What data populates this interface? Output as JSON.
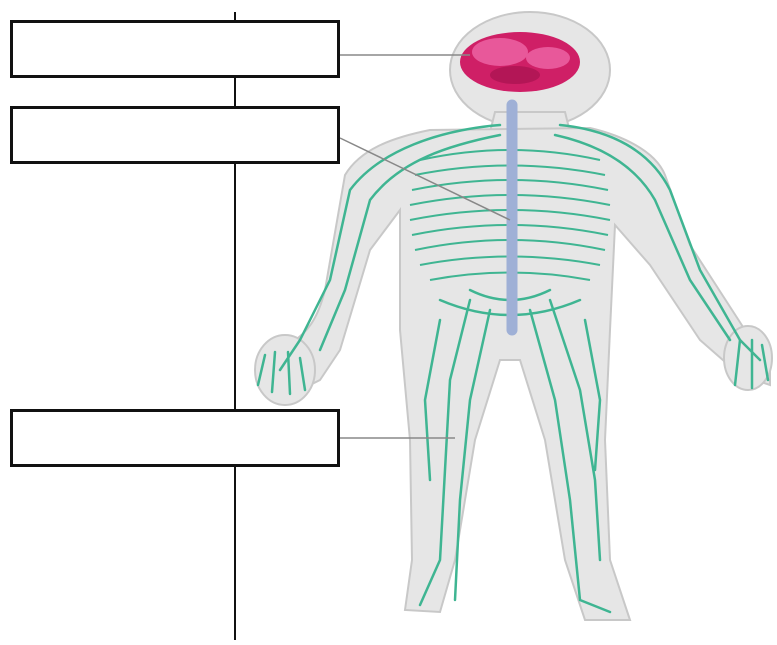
{
  "diagram": {
    "label_boxes": [
      {
        "id": "box-1",
        "text": "",
        "points_to": "brain"
      },
      {
        "id": "box-2",
        "text": "",
        "points_to": "spinal cord"
      },
      {
        "id": "box-3",
        "text": "",
        "points_to": "nerves"
      }
    ],
    "colors": {
      "body_fill": "#e6e6e6",
      "body_outline": "#c4c4c4",
      "brain": "#cf1f66",
      "brain_highlight": "#e8589a",
      "spinal_cord": "#9fb0d6",
      "nerves": "#3fb592",
      "leader_lines": "#888888",
      "divider": "#111111"
    }
  }
}
